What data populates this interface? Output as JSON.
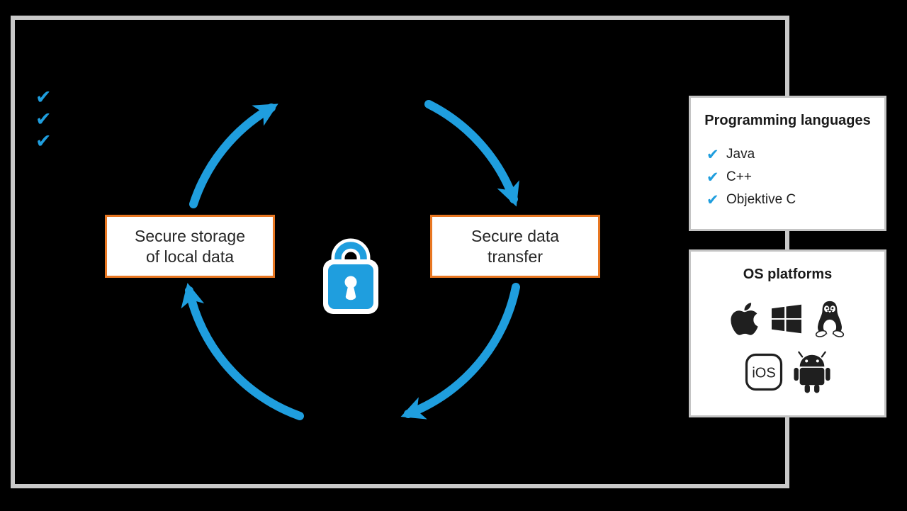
{
  "colors": {
    "accent_blue": "#1f9ede",
    "accent_orange": "#e87722",
    "frame_gray": "#c9c9c9",
    "panel_border_gray": "#c4c4c4",
    "text_dark": "#262626"
  },
  "icons": {
    "check": "✔",
    "center": "padlock-icon",
    "os_set": [
      "apple-icon",
      "windows-icon",
      "linux-tux-icon",
      "ios-icon",
      "android-icon"
    ]
  },
  "diagram": {
    "left_checklist_count": 3,
    "boxes": [
      {
        "lines": [
          "Secure storage",
          "of local data"
        ]
      },
      {
        "lines": [
          "Secure data",
          "transfer"
        ]
      }
    ],
    "cycle_arrow_count": 4
  },
  "panels": {
    "programming_languages": {
      "title": "Programming languages",
      "items": [
        "Java",
        "C++",
        "Objektive C"
      ]
    },
    "os_platforms": {
      "title": "OS platforms",
      "ios_label": "iOS"
    }
  }
}
